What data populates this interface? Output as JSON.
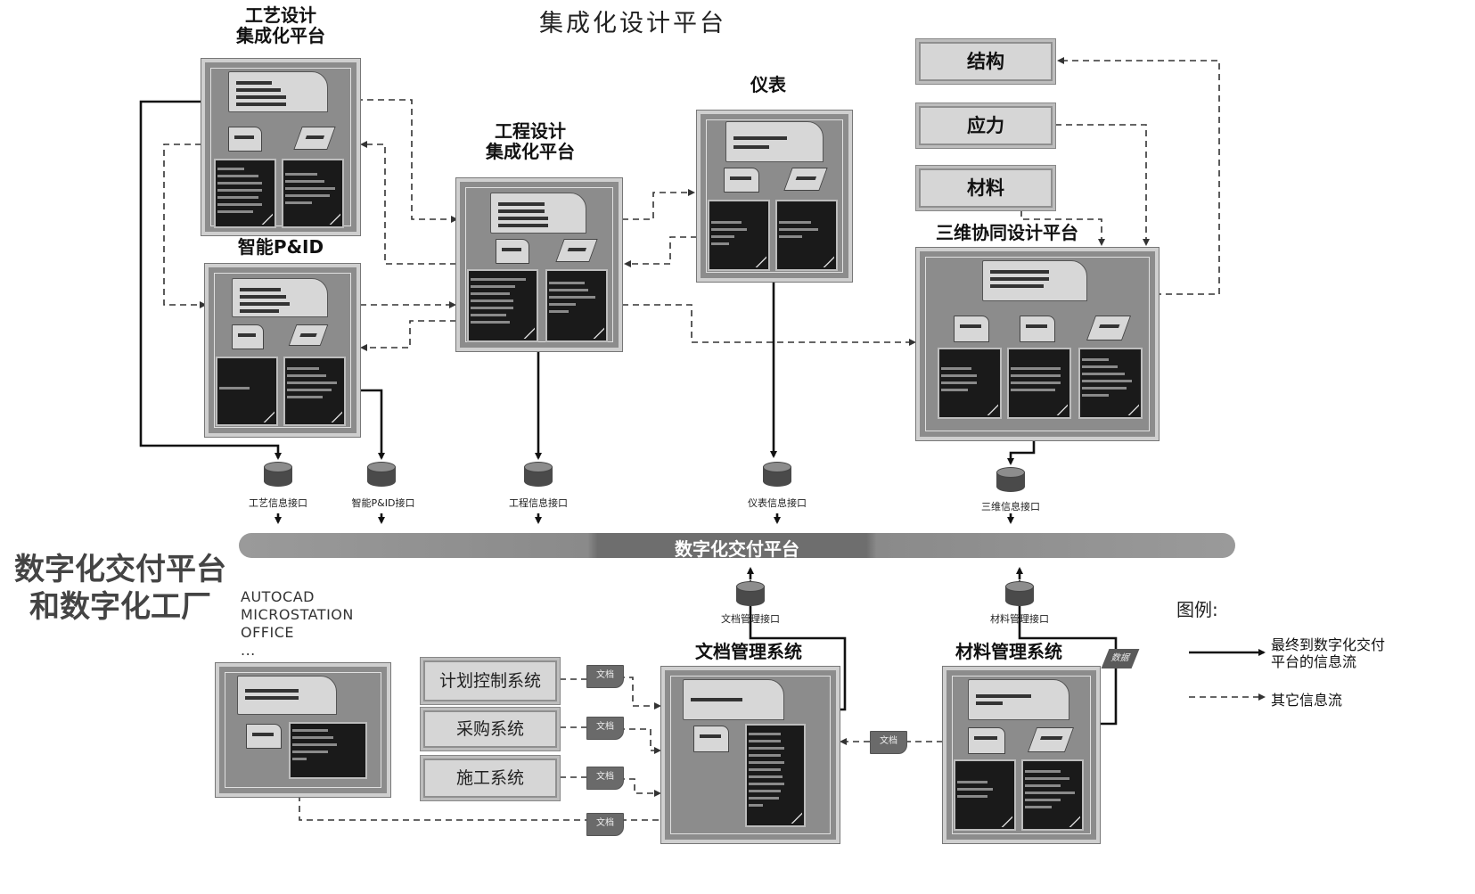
{
  "title": "集成化设计平台",
  "left_title": "数字化交付平台\n和数字化工厂",
  "platforms": {
    "process": "工艺设计\n集成化平台",
    "pid": "智能P&ID",
    "engineering": "工程设计\n集成化平台",
    "instrument": "仪表",
    "threed": "三维协同设计平台",
    "docmgmt": "文档管理系统",
    "matmgmt": "材料管理系统"
  },
  "side_boxes": {
    "structure": "结构",
    "stress": "应力",
    "material": "材料"
  },
  "systems": {
    "plan": "计划控制系统",
    "purchase": "采购系统",
    "construction": "施工系统"
  },
  "interfaces": {
    "process": "工艺信息接口",
    "pid": "智能P&ID接口",
    "engineering": "工程信息接口",
    "instrument": "仪表信息接口",
    "threed": "三维信息接口",
    "docmgmt": "文档管理接口",
    "matmgmt": "材料管理接口"
  },
  "bar_label": "数字化交付平台",
  "office_text": "AUTOCAD\nMICROSTATION\nOFFICE\n...",
  "doc_tag": "文档",
  "data_tag": "数据",
  "legend": {
    "title": "图例:",
    "solid": "最终到数字化交付\n平台的信息流",
    "dashed": "其它信息流"
  }
}
